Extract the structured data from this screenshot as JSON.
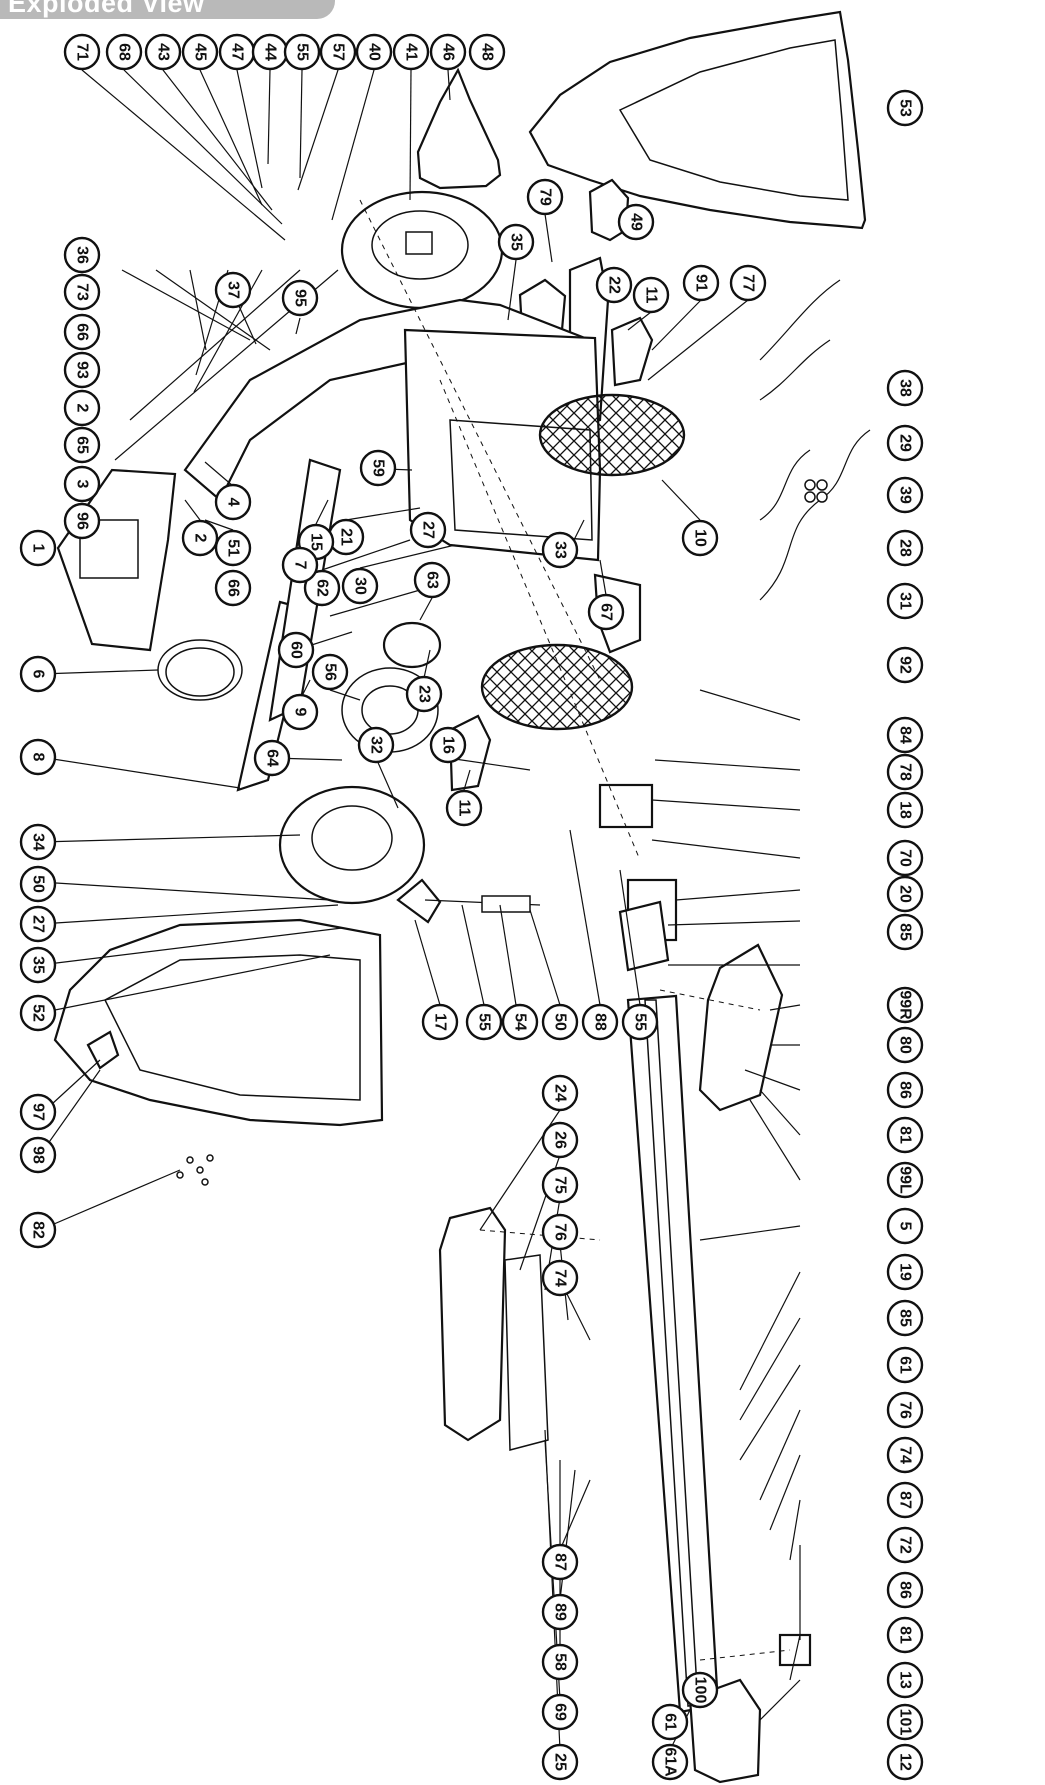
{
  "header": {
    "title": "Exploded View"
  },
  "labels": {
    "c71": "71",
    "c68": "68",
    "c43": "43",
    "c45": "45",
    "c47": "47",
    "c44": "44",
    "c55a": "55",
    "c57": "57",
    "c40": "40",
    "c41": "41",
    "c46": "46",
    "c48": "48",
    "c53": "53",
    "c36": "36",
    "c73": "73",
    "c66a": "66",
    "c93": "93",
    "c2a": "2",
    "c65": "65",
    "c3": "3",
    "c96": "96",
    "c1": "1",
    "c37": "37",
    "c95": "95",
    "c35a": "35",
    "c79": "79",
    "c49": "49",
    "c22": "22",
    "c11a": "11",
    "c91": "91",
    "c77": "77",
    "c4": "4",
    "c2b": "2",
    "c59": "59",
    "c21": "21",
    "c15": "15",
    "c27a": "27",
    "c62": "62",
    "c30": "30",
    "c7": "7",
    "c51": "51",
    "c66b": "66",
    "c33": "33",
    "c67": "67",
    "c10": "10",
    "c38": "38",
    "c29": "29",
    "c39": "39",
    "c28": "28",
    "c31": "31",
    "c6": "6",
    "c63": "63",
    "c60": "60",
    "c56": "56",
    "c23": "23",
    "c9": "9",
    "c11b": "11",
    "c92": "92",
    "c84": "84",
    "c78": "78",
    "c8": "8",
    "c64": "64",
    "c32": "32",
    "c16": "16",
    "c18": "18",
    "c70": "70",
    "c34": "34",
    "c20": "20",
    "c50a": "50",
    "c27b": "27",
    "c85a": "85",
    "c35b": "35",
    "c52": "52",
    "c17": "17",
    "c55b": "55",
    "c54": "54",
    "c50b": "50",
    "c88": "88",
    "c55c": "55",
    "c99R": "99R",
    "c80": "80",
    "c86a": "86",
    "c81a": "81",
    "c99L": "99L",
    "c5": "5",
    "c19": "19",
    "c24": "24",
    "c26": "26",
    "c75": "75",
    "c76a": "76",
    "c74a": "74",
    "c97": "97",
    "c98": "98",
    "c82": "82",
    "c85b": "85",
    "c61a": "61",
    "c76b": "76",
    "c74b": "74",
    "c87a": "87",
    "c72": "72",
    "c86b": "86",
    "c81b": "81",
    "c13": "13",
    "c101": "101",
    "c12": "12",
    "c100": "100",
    "c25": "25",
    "c69": "69",
    "c58": "58",
    "c89": "89",
    "c87b": "87",
    "c61b": "61",
    "c61A": "61A"
  }
}
